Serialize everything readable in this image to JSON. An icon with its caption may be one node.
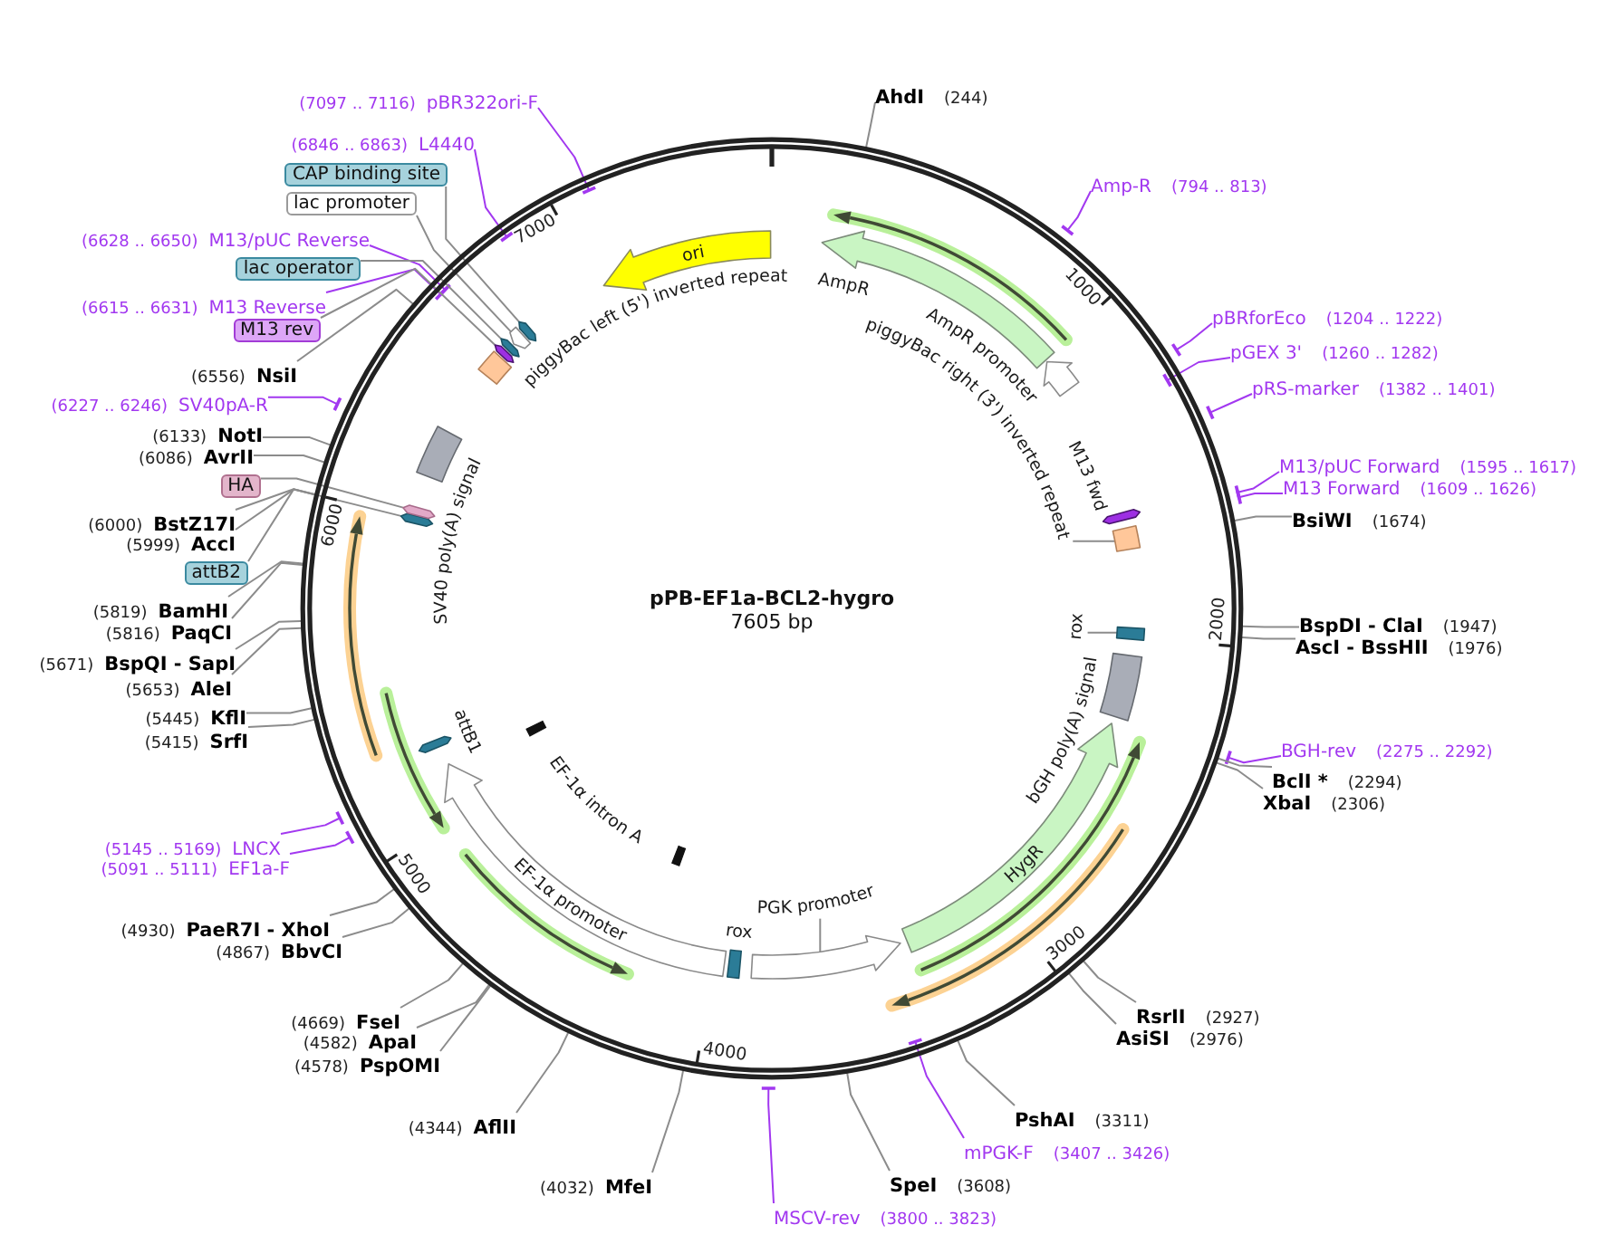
{
  "diagram": {
    "nodes": [
      {
        "text": [
          "pPB-EF1a-BCL2-hygro",
          "7605 bp"
        ]
      },
      {
        "text": [
          "ori"
        ],
        "in": 0
      },
      {
        "text": [
          "AmpR"
        ],
        "in": 0
      },
      {
        "text": [
          "AmpR promoter"
        ],
        "in": 0
      },
      {
        "text": [
          "piggyBac right (3') inverted repeat"
        ],
        "in": 0
      },
      {
        "text": [],
        "shape": "box",
        "in": 0
      },
      {
        "text": [
          "M13 fwd"
        ],
        "in": 0
      },
      {
        "text": [
          "rox"
        ],
        "in": 0
      },
      {
        "text": [],
        "shape": "box",
        "in": 0
      },
      {
        "text": [
          "bGH poly(A) signal"
        ],
        "in": 0
      },
      {
        "text": [
          "HygR"
        ],
        "in": 0
      },
      {
        "text": [
          "PGK promoter"
        ],
        "in": 0
      },
      {
        "text": [],
        "shape": "arrow",
        "in": 0
      },
      {
        "text": [
          "rox"
        ],
        "in": 0
      },
      {
        "text": [
          "EF-1α promoter"
        ],
        "in": 0
      },
      {
        "text": [
          "EF-1α intron A"
        ],
        "in": 0
      },
      {
        "text": [
          "attB1"
        ],
        "in": 0
      },
      {
        "text": [
          "SV40 poly(A) signal"
        ],
        "in": 0
      },
      {
        "text": [],
        "shape": "bar",
        "in": 0
      },
      {
        "text": [],
        "shape": "bar",
        "in": 0
      },
      {
        "text": [
          "piggyBac left (5') inverted repeat"
        ],
        "in": 0
      },
      {
        "text": [],
        "shape": "bar",
        "in": 0
      },
      {
        "text": [],
        "shape": "bar",
        "in": 0
      },
      {
        "text": [],
        "shape": "arrow",
        "in": 0
      },
      {
        "text": [],
        "shape": "bar",
        "in": 0
      },
      {
        "text": [
          "AhdI",
          "(244)"
        ]
      },
      {
        "text": [
          "Amp-R",
          "(794 .. 813)"
        ]
      },
      {
        "text": [
          "pBRforEco",
          "(1204 .. 1222)"
        ]
      },
      {
        "text": [
          "pGEX 3'",
          "(1260 .. 1282)"
        ]
      },
      {
        "text": [
          "pRS-marker",
          "(1382 .. 1401)"
        ]
      },
      {
        "text": [
          "M13/pUC Forward",
          "(1595 .. 1617)"
        ]
      },
      {
        "text": [
          "M13 Forward",
          "(1609 .. 1626)"
        ]
      },
      {
        "text": [
          "BsiWI",
          "(1674)"
        ]
      },
      {
        "text": [
          "BspDI - ClaI",
          "(1947)"
        ]
      },
      {
        "text": [
          "AscI - BssHII",
          "(1976)"
        ]
      },
      {
        "text": [
          "BGH-rev",
          "(2275 .. 2292)"
        ]
      },
      {
        "text": [
          "BclI *",
          "(2294)"
        ]
      },
      {
        "text": [
          "XbaI",
          "(2306)"
        ]
      },
      {
        "text": [
          "RsrII",
          "(2927)"
        ]
      },
      {
        "text": [
          "AsiSI",
          "(2976)"
        ]
      },
      {
        "text": [
          "PshAI",
          "(3311)"
        ]
      },
      {
        "text": [
          "mPGK-F",
          "(3407 .. 3426)"
        ]
      },
      {
        "text": [
          "SpeI",
          "(3608)"
        ]
      },
      {
        "text": [
          "MSCV-rev",
          "(3800 .. 3823)"
        ]
      },
      {
        "text": [
          "(7097 .. 7116)",
          "pBR322ori-F"
        ]
      },
      {
        "text": [
          "(6846 .. 6863)",
          "L4440"
        ]
      },
      {
        "text": [
          "CAP binding site"
        ]
      },
      {
        "text": [
          "lac promoter"
        ]
      },
      {
        "text": [
          "(6628 .. 6650)",
          "M13/pUC Reverse"
        ]
      },
      {
        "text": [
          "lac operator"
        ]
      },
      {
        "text": [
          "(6615 .. 6631)",
          "M13 Reverse"
        ]
      },
      {
        "text": [
          "M13 rev"
        ]
      },
      {
        "text": [
          "(6556)",
          "NsiI"
        ]
      },
      {
        "text": [
          "(6227 .. 6246)",
          "SV40pA-R"
        ]
      },
      {
        "text": [
          "(6133)",
          "NotI"
        ]
      },
      {
        "text": [
          "(6086)",
          "AvrII"
        ]
      },
      {
        "text": [
          "HA"
        ]
      },
      {
        "text": [
          "(6000)",
          "BstZ17I"
        ]
      },
      {
        "text": [
          "(5999)",
          "AccI"
        ]
      },
      {
        "text": [
          "attB2"
        ]
      },
      {
        "text": [
          "(5819)",
          "BamHI"
        ]
      },
      {
        "text": [
          "(5816)",
          "PaqCI"
        ]
      },
      {
        "text": [
          "(5671)",
          "BspQI - SapI"
        ]
      },
      {
        "text": [
          "(5653)",
          "AleI"
        ]
      },
      {
        "text": [
          "(5445)",
          "KflI"
        ]
      },
      {
        "text": [
          "(5415)",
          "SrfI"
        ]
      },
      {
        "text": [
          "(5145 .. 5169)",
          "LNCX"
        ]
      },
      {
        "text": [
          "(5091 .. 5111)",
          "EF1a-F"
        ]
      },
      {
        "text": [
          "(4930)",
          "PaeR7I - XhoI"
        ]
      },
      {
        "text": [
          "(4867)",
          "BbvCI"
        ]
      },
      {
        "text": [
          "(4669)",
          "FseI"
        ]
      },
      {
        "text": [
          "(4582)",
          "ApaI"
        ]
      },
      {
        "text": [
          "(4578)",
          "PspOMI"
        ]
      },
      {
        "text": [
          "(4344)",
          "AflII"
        ]
      },
      {
        "text": [
          "(4032)",
          "MfeI"
        ]
      }
    ],
    "edges": [
      {
        "from": 4,
        "to": 5,
        "arrow": "none"
      },
      {
        "from": 7,
        "to": 8,
        "arrow": "none"
      },
      {
        "from": 11,
        "to": 12,
        "arrow": "none"
      },
      {
        "from": 25,
        "to": 0,
        "arrow": "none"
      },
      {
        "from": 26,
        "to": 0,
        "arrow": "other",
        "color": "#a238f0"
      },
      {
        "from": 27,
        "to": 0,
        "arrow": "other",
        "color": "#a238f0"
      },
      {
        "from": 28,
        "to": 0,
        "arrow": "other",
        "color": "#a238f0"
      },
      {
        "from": 29,
        "to": 0,
        "arrow": "other",
        "color": "#a238f0"
      },
      {
        "from": 30,
        "to": 0,
        "arrow": "other",
        "color": "#a238f0"
      },
      {
        "from": 31,
        "to": 0,
        "arrow": "other",
        "color": "#a238f0"
      },
      {
        "from": 32,
        "to": 0,
        "arrow": "none"
      },
      {
        "from": 33,
        "to": 0,
        "arrow": "none"
      },
      {
        "from": 34,
        "to": 0,
        "arrow": "none"
      },
      {
        "from": 35,
        "to": 0,
        "arrow": "other",
        "color": "#a238f0"
      },
      {
        "from": 36,
        "to": 0,
        "arrow": "none"
      },
      {
        "from": 37,
        "to": 0,
        "arrow": "none"
      },
      {
        "from": 38,
        "to": 0,
        "arrow": "none"
      },
      {
        "from": 39,
        "to": 0,
        "arrow": "none"
      },
      {
        "from": 40,
        "to": 0,
        "arrow": "none"
      },
      {
        "from": 41,
        "to": 0,
        "arrow": "other",
        "color": "#a238f0"
      },
      {
        "from": 42,
        "to": 0,
        "arrow": "none"
      },
      {
        "from": 43,
        "to": 0,
        "arrow": "other",
        "color": "#a238f0"
      },
      {
        "from": 44,
        "to": 0,
        "arrow": "other",
        "color": "#a238f0"
      },
      {
        "from": 45,
        "to": 0,
        "arrow": "other",
        "color": "#a238f0"
      },
      {
        "from": 46,
        "to": 24,
        "arrow": "none"
      },
      {
        "from": 47,
        "to": 23,
        "arrow": "none"
      },
      {
        "from": 48,
        "to": 0,
        "arrow": "other",
        "color": "#a238f0"
      },
      {
        "from": 49,
        "to": 22,
        "arrow": "none"
      },
      {
        "from": 50,
        "to": 0,
        "arrow": "other",
        "color": "#a238f0"
      },
      {
        "from": 51,
        "to": 21,
        "arrow": "none"
      },
      {
        "from": 52,
        "to": 0,
        "arrow": "none"
      },
      {
        "from": 53,
        "to": 0,
        "arrow": "other",
        "color": "#a238f0"
      },
      {
        "from": 54,
        "to": 0,
        "arrow": "none"
      },
      {
        "from": 55,
        "to": 0,
        "arrow": "none"
      },
      {
        "from": 56,
        "to": 19,
        "arrow": "none"
      },
      {
        "from": 57,
        "to": 0,
        "arrow": "none"
      },
      {
        "from": 58,
        "to": 0,
        "arrow": "none"
      },
      {
        "from": 59,
        "to": 18,
        "arrow": "none"
      },
      {
        "from": 60,
        "to": 0,
        "arrow": "none"
      },
      {
        "from": 61,
        "to": 0,
        "arrow": "none"
      },
      {
        "from": 62,
        "to": 0,
        "arrow": "none"
      },
      {
        "from": 63,
        "to": 0,
        "arrow": "none"
      },
      {
        "from": 64,
        "to": 0,
        "arrow": "none"
      },
      {
        "from": 65,
        "to": 0,
        "arrow": "none"
      },
      {
        "from": 66,
        "to": 0,
        "arrow": "other",
        "color": "#a238f0"
      },
      {
        "from": 67,
        "to": 0,
        "arrow": "other",
        "color": "#a238f0"
      },
      {
        "from": 68,
        "to": 0,
        "arrow": "none"
      },
      {
        "from": 69,
        "to": 0,
        "arrow": "none"
      },
      {
        "from": 70,
        "to": 0,
        "arrow": "none"
      },
      {
        "from": 71,
        "to": 0,
        "arrow": "none"
      },
      {
        "from": 72,
        "to": 0,
        "arrow": "none"
      },
      {
        "from": 73,
        "to": 0,
        "arrow": "none"
      },
      {
        "from": 74,
        "to": 0,
        "arrow": "none"
      }
    ],
    "labels": [
      "1000",
      "2000",
      "3000",
      "4000",
      "5000",
      "6000",
      "7000"
    ]
  }
}
